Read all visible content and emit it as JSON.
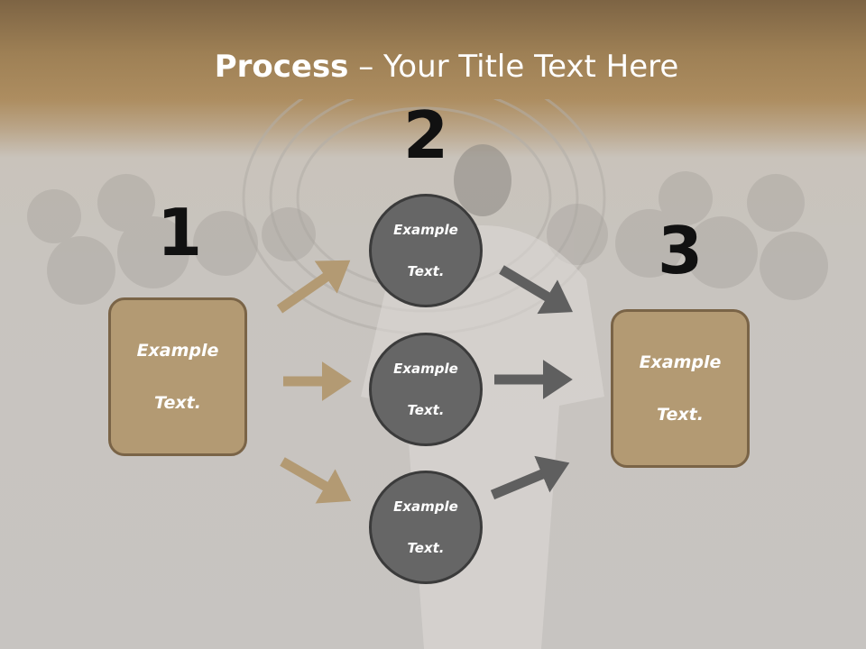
{
  "title": {
    "bold": "Process",
    "rest": " – Your Title Text Here"
  },
  "steps": {
    "n1": "1",
    "n2": "2",
    "n3": "3"
  },
  "box_left": {
    "line1": "Example",
    "line2": "Text."
  },
  "box_right": {
    "line1": "Example",
    "line2": "Text."
  },
  "circles": [
    {
      "line1": "Example",
      "line2": "Text."
    },
    {
      "line1": "Example",
      "line2": "Text."
    },
    {
      "line1": "Example",
      "line2": "Text."
    }
  ],
  "colors": {
    "box_fill": "#b39a73",
    "box_border": "#7a6447",
    "circle_fill": "#666666",
    "circle_border": "#3b3b3b",
    "arrow_tan": "#b39a73",
    "arrow_gray": "#5f5f5f"
  }
}
